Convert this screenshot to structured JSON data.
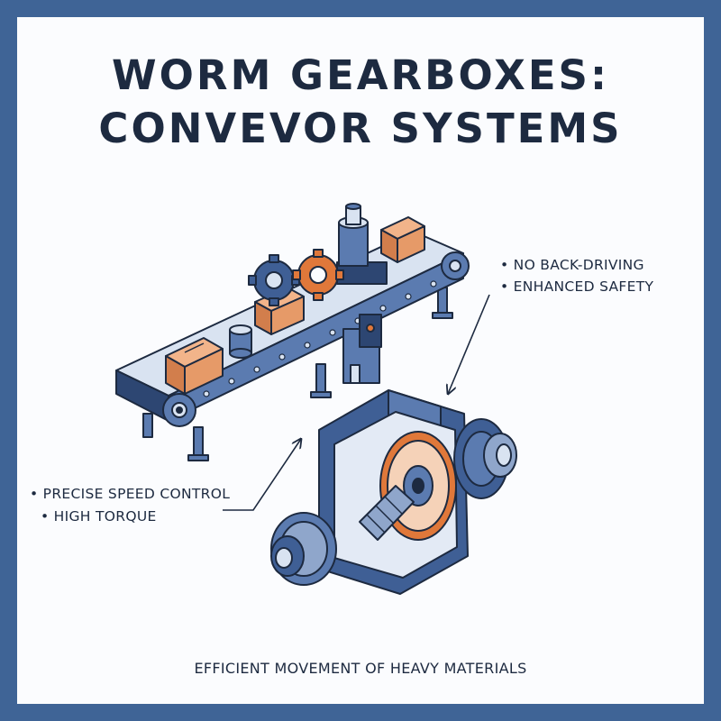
{
  "title": {
    "line1": "WORM GEARBOXES:",
    "line2": "CONVEVOR SYSTEMS"
  },
  "callouts": {
    "right": [
      "• NO BACK-DRIVING",
      "• ENHANCED SAFETY"
    ],
    "left": [
      "• PRECISE SPEED CONTROL",
      "• HIGH TORQUE"
    ]
  },
  "caption": "EFFICIENT MOVEMENT OF HEAVY MATERIALS",
  "colors": {
    "border": "#3f6496",
    "steel": "#5b7bb0",
    "steel_dark": "#2d4672",
    "box": "#e69a68",
    "gear_orange": "#e0783a",
    "ink": "#1d2a40"
  }
}
